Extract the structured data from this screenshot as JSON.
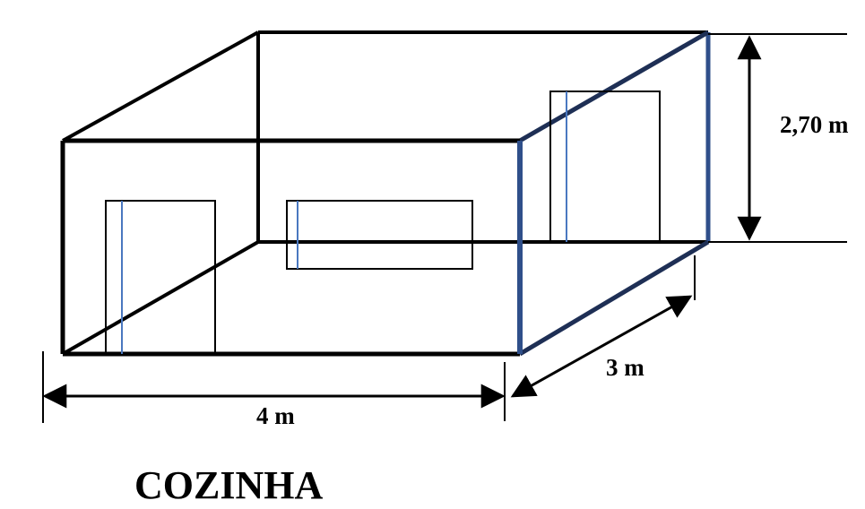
{
  "diagram": {
    "dimensions": {
      "height_label": "2,70 m",
      "depth_label": "3 m",
      "width_label": "4 m"
    },
    "title": "COZINHA",
    "colors": {
      "edge": "#000000",
      "accent": "#4a78c0"
    }
  }
}
